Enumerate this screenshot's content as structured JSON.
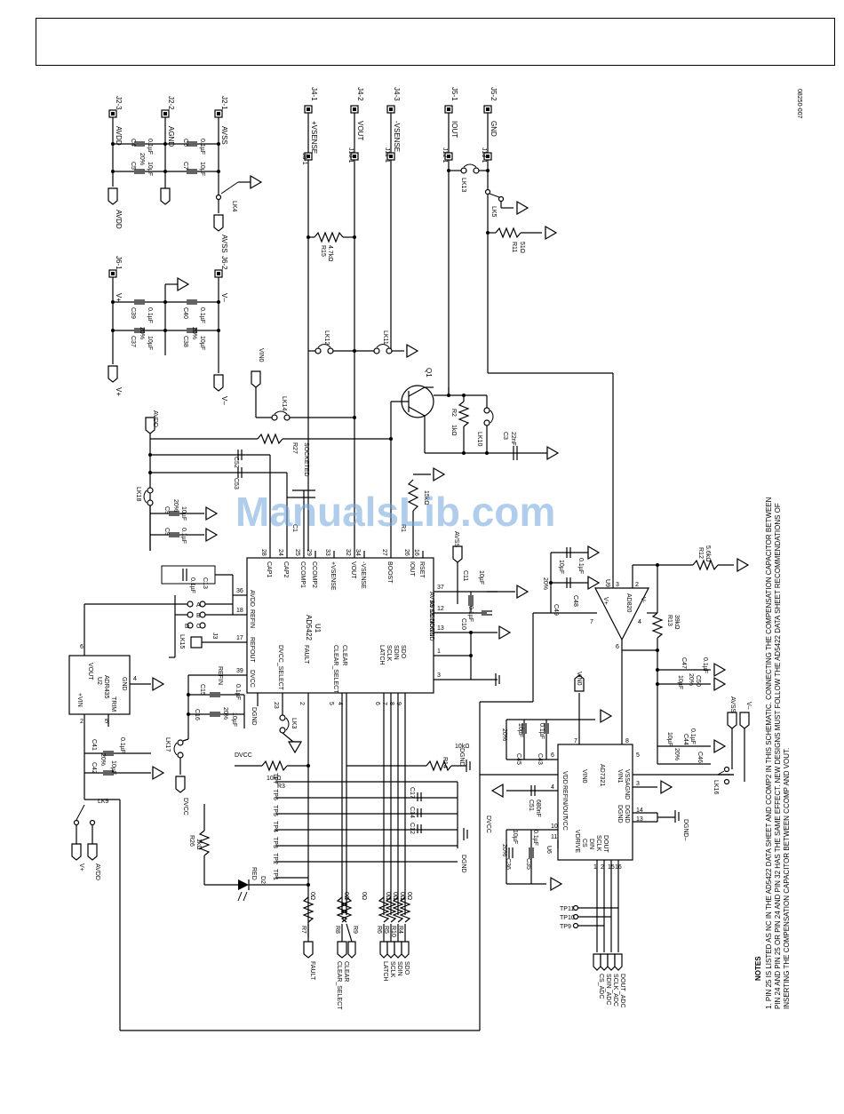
{
  "watermark": "ManualsLib.com",
  "figure_id": "08250-007",
  "notes": {
    "heading": "NOTES",
    "line1": "1. PIN 25 IS LISTED AS NC IN THE AD5422 DATA SHEET AND CCOMP2 IN THIS SCHEMATIC. CONNECTING THE COMPENSATION CAPACITOR BETWEEN",
    "line2": "PIN 24 AND PIN 25 OR PIN 24 AND PIN 32 HAS THE SAME EFFECT. NEW DESIGNS MUST FOLLOW THE AD5422 DATA SHEET RECOMMENDATIONS OF",
    "line3": "INSERTING THE COMPENSATION CAPACITOR BETWEEN CCOMP AND VOUT."
  },
  "ic": {
    "u1": {
      "ref": "U1",
      "part": "AD5422",
      "top_pins": [
        "CAP1",
        "CAP2",
        "CCOMP1",
        "CCOMP2",
        "+VSENSE",
        "VOUT",
        "-VSENSE",
        "BOOST",
        "IOUT",
        "RSET"
      ],
      "top_nums": [
        "28",
        "24",
        "25",
        "29",
        "33",
        "32",
        "34",
        "27",
        "26",
        "16"
      ],
      "left_pins": [
        "AVDD",
        "REFIN",
        "REFOUT",
        "DVCC"
      ],
      "left_nums": [
        "36",
        "18",
        "17",
        "39"
      ],
      "right_pins": [
        "AVSS",
        "AVSS",
        "DGND",
        "DGND",
        "GND"
      ],
      "right_nums": [
        "37",
        "12",
        "13",
        "1",
        "3"
      ],
      "bottom_pins": [
        "DVCC_SELECT",
        "FAULT",
        "CLEAR_SELECT",
        "CLEAR",
        "LATCH",
        "SCLK",
        "SDIN",
        "SDO"
      ],
      "bottom_nums": [
        "23",
        "2",
        "5",
        "4",
        "6",
        "7",
        "8",
        "9"
      ]
    },
    "u2": {
      "ref": "U2",
      "part": "ADR435",
      "pins": [
        "VOUT",
        "+VIN",
        "TRIM",
        "GND"
      ],
      "nums": [
        "6",
        "2",
        "5",
        "4"
      ]
    },
    "u6": {
      "ref": "U6",
      "part": "AD7321",
      "pins": [
        "VIN0",
        "VIN1",
        "VDD",
        "VSS",
        "REFIN/OUT",
        "AGND",
        "VCC",
        "DGND",
        "DGND",
        "VDRIVE",
        "CS",
        "DIN",
        "SCLK",
        "DOUT"
      ],
      "nums": [
        "7",
        "8",
        "6",
        "5",
        "4",
        "3",
        "10",
        "14",
        "13",
        "11",
        "1",
        "2",
        "15",
        "16"
      ]
    },
    "u9": {
      "ref": "U9",
      "part": "AD820",
      "pins": [
        "V+",
        "V-"
      ],
      "nums": [
        "7",
        "4",
        "3",
        "2",
        "6"
      ]
    }
  },
  "connectors": [
    "J2-3",
    "J2-2",
    "J2-1",
    "J6-1",
    "J6-2",
    "J4-1",
    "J4-2",
    "J4-3",
    "J5-1",
    "J5-2",
    "J8-1",
    "J10-1",
    "J11-1",
    "J12-1",
    "J13-1",
    "J3"
  ],
  "nets": {
    "avdd": "AVDD",
    "agnd": "AGND",
    "avss": "AVSS",
    "vplus": "V+",
    "vminus": "V–",
    "vsense_p": "+VSENSE",
    "vout": "VOUT",
    "vsense_n": "-VSENSE",
    "iout": "IOUT",
    "gnd": "GND",
    "vin0": "VIN0",
    "dvcc": "DVCC",
    "dgnd": "DGND",
    "dgnd_minus": "DGND–",
    "refin": "REFIN",
    "socketed": "SOCKETED",
    "vcc": "VCC",
    "vdrive": "VDRIVE"
  },
  "components": {
    "c4": {
      "ref": "C4",
      "val": "0.1µF"
    },
    "c5": {
      "ref": "C5",
      "val": "10µF",
      "tol": "20%"
    },
    "c6": {
      "ref": "C6",
      "val": "0.1µF"
    },
    "c7": {
      "ref": "C7",
      "val": "10µF"
    },
    "c39": {
      "ref": "C39",
      "val": "0.1µF"
    },
    "c37": {
      "ref": "C37",
      "val": "10µF",
      "tol": "20%"
    },
    "c40": {
      "ref": "C40",
      "val": "0.1µF"
    },
    "c38": {
      "ref": "C38",
      "val": "10µF",
      "tol": "20%"
    },
    "r15": {
      "ref": "R15",
      "val": "4.7kΩ"
    },
    "r11": {
      "ref": "R11",
      "val": "51Ω"
    },
    "r2": {
      "ref": "R2",
      "val": "1kΩ"
    },
    "c3": {
      "ref": "C3",
      "val": "22nF"
    },
    "r27": {
      "ref": "R27"
    },
    "c52": {
      "ref": "C52"
    },
    "c53": {
      "ref": "C53"
    },
    "c9": {
      "ref": "C9",
      "val": "0.1µF",
      "tol": "20%"
    },
    "c9b": {
      "val": "10µF"
    },
    "c1": {
      "ref": "C1"
    },
    "r1": {
      "ref": "R1",
      "val": "15kΩ"
    },
    "c13": {
      "ref": "C13",
      "val": "0.1µF"
    },
    "c11": {
      "ref": "C11",
      "val": "10µF"
    },
    "c10": {
      "ref": "C10",
      "val": "0.1µF"
    },
    "c15": {
      "ref": "C15",
      "val": "0.1µF"
    },
    "c16": {
      "ref": "C16",
      "val": "10µF",
      "tol": "20%"
    },
    "c41": {
      "ref": "C41",
      "val": "0.1µF"
    },
    "c42": {
      "ref": "C42",
      "val": "10µF",
      "tol": "20%"
    },
    "r3": {
      "ref": "R3",
      "val": "10kΩ"
    },
    "r14": {
      "ref": "R14",
      "val": "10kΩ"
    },
    "r26": {
      "ref": "R26",
      "val": "1kΩ"
    },
    "d2": {
      "ref": "D2",
      "color": "RED"
    },
    "c17": {
      "ref": "C17"
    },
    "c14": {
      "ref": "C14"
    },
    "c12": {
      "ref": "C12"
    },
    "r12": {
      "ref": "R12",
      "val": "5.6kΩ"
    },
    "r13": {
      "ref": "R13",
      "val": "39kΩ"
    },
    "c49": {
      "ref": "C49",
      "val": "10µF",
      "tol": "20%"
    },
    "c48": {
      "ref": "C48",
      "val": "0.1µF"
    },
    "c47": {
      "ref": "C47",
      "val": "10µF",
      "tol": "20%"
    },
    "c50": {
      "ref": "C50",
      "val": "0.1µF"
    },
    "c45": {
      "ref": "C45",
      "val": "10µF",
      "tol": "20%"
    },
    "c43": {
      "ref": "C43",
      "val": "0.1µF"
    },
    "c44": {
      "ref": "C44",
      "val": "10µF",
      "tol": "20%"
    },
    "c46": {
      "ref": "C46",
      "val": "0.1µF"
    },
    "c51": {
      "ref": "C51",
      "val": "680nF"
    },
    "c36": {
      "ref": "C36",
      "val": "10µF",
      "tol": "20%"
    },
    "c35": {
      "ref": "C35",
      "val": "0.1µF"
    },
    "q1": {
      "ref": "Q1"
    }
  },
  "links": [
    "LK4",
    "LK12",
    "LK11",
    "LK13",
    "LK5",
    "LK14",
    "LK10",
    "LK18",
    "LK15",
    "LK3",
    "LK17",
    "LK9",
    "LK16"
  ],
  "zero_ohm": {
    "val": "0Ω",
    "refs": [
      "R7",
      "R8",
      "R9",
      "R6",
      "R5",
      "R10",
      "R4"
    ]
  },
  "test_points": [
    "TP1",
    "TP2",
    "TP3",
    "TP4",
    "TP5",
    "TP6",
    "TP7",
    "TP8",
    "TP9",
    "TP10",
    "TP11"
  ],
  "digital": [
    "FAULT",
    "CLEAR_SELECT",
    "CLEAR",
    "LATCH",
    "SCLK",
    "SDIN",
    "SDO"
  ],
  "adc_bus": [
    "CS_ADC",
    "SDIN_ADC",
    "SCLK_ADC",
    "DOUT_ADC"
  ],
  "lk15_pins": [
    "A",
    "B",
    "C",
    "D"
  ]
}
